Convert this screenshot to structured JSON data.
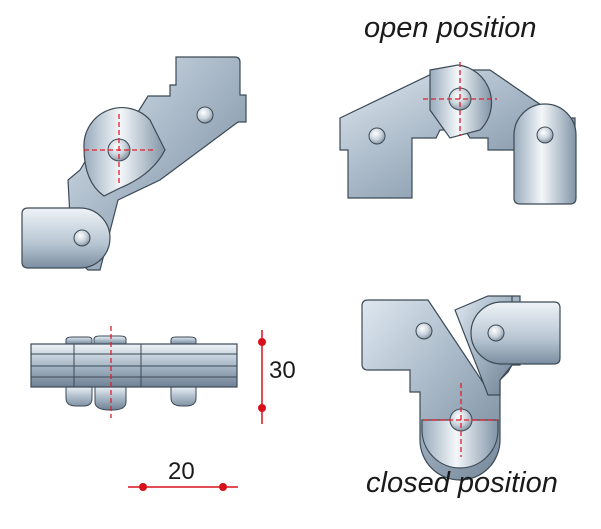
{
  "captions": {
    "open": "open position",
    "closed": "closed position"
  },
  "dimensions": {
    "height": "30",
    "width": "20"
  },
  "colors": {
    "plate": "#b6c4d2",
    "plate_light": "#eef3f7",
    "plate_dark": "#6f8294",
    "outline": "#3c4a56",
    "centerline": "#e0202c",
    "dimension": "#d8101c"
  }
}
